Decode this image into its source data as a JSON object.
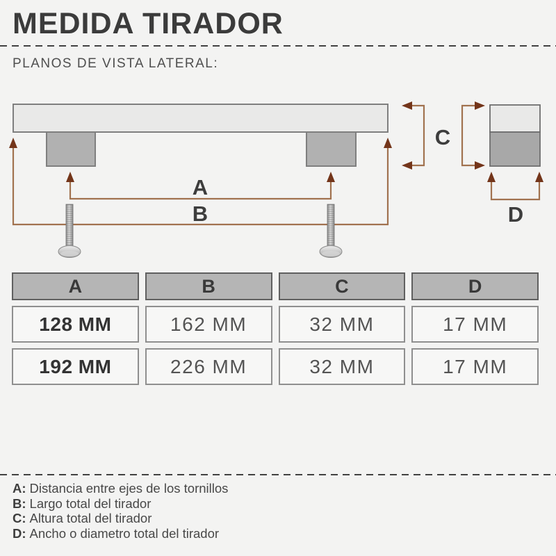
{
  "header": {
    "title": "MEDIDA TIRADOR",
    "subtitle": "PLANOS DE VISTA LATERAL:"
  },
  "diagram": {
    "labels": {
      "a": "A",
      "b": "B",
      "c": "C",
      "d": "D"
    },
    "colors": {
      "background": "#f3f3f2",
      "dimension_line": "#a1724f",
      "arrowhead": "#73351a",
      "bar_fill": "#e9e9e8",
      "post_fill": "#b1b1b1",
      "end_view_top_fill": "#e9e9e8",
      "end_view_bottom_fill": "#a8a8a8",
      "outline": "#7f7f7f",
      "text": "#3d3d3d"
    }
  },
  "table": {
    "headers": [
      "A",
      "B",
      "C",
      "D"
    ],
    "rows": [
      [
        "128 MM",
        "162 MM",
        "32 MM",
        "17 MM"
      ],
      [
        "192 MM",
        "226 MM",
        "32 MM",
        "17 MM"
      ]
    ]
  },
  "legend": {
    "items": [
      {
        "key": "A:",
        "text": "Distancia entre ejes de los tornillos"
      },
      {
        "key": "B:",
        "text": "Largo total del tirador"
      },
      {
        "key": "C:",
        "text": "Altura total del tirador"
      },
      {
        "key": "D:",
        "text": "Ancho o diametro total del tirador"
      }
    ]
  }
}
